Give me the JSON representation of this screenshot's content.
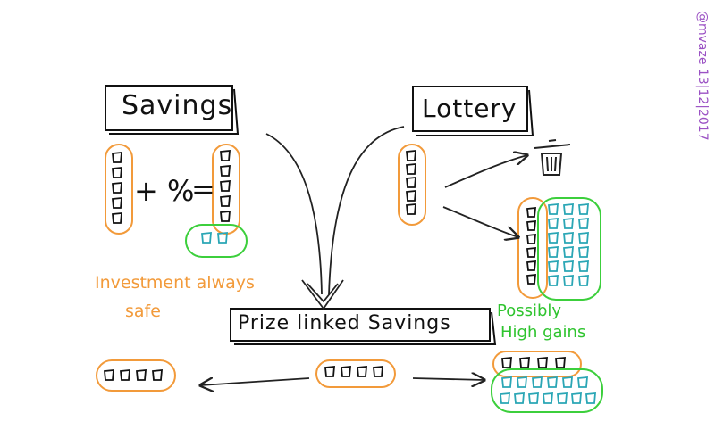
{
  "boxes": {
    "savings": "Savings",
    "lottery": "Lottery",
    "prize_linked": "Prize linked Savings"
  },
  "savings_equation": {
    "plus_percent": "+ %",
    "equals": "="
  },
  "notes": {
    "investment_line1": "Investment always",
    "investment_line2": "safe",
    "gains_line1": "Possibly",
    "gains_line2": "High gains"
  },
  "signature": "@mvaze 13|12|2017",
  "colors": {
    "ink": "#111111",
    "orange": "#f29a3a",
    "green": "#3ccf3c",
    "teal": "#2aa6b5",
    "purple": "#9b52c4"
  },
  "icons": [
    "trash-icon",
    "down-arrow-icon",
    "left-arrow-icon",
    "right-arrow-icon"
  ]
}
